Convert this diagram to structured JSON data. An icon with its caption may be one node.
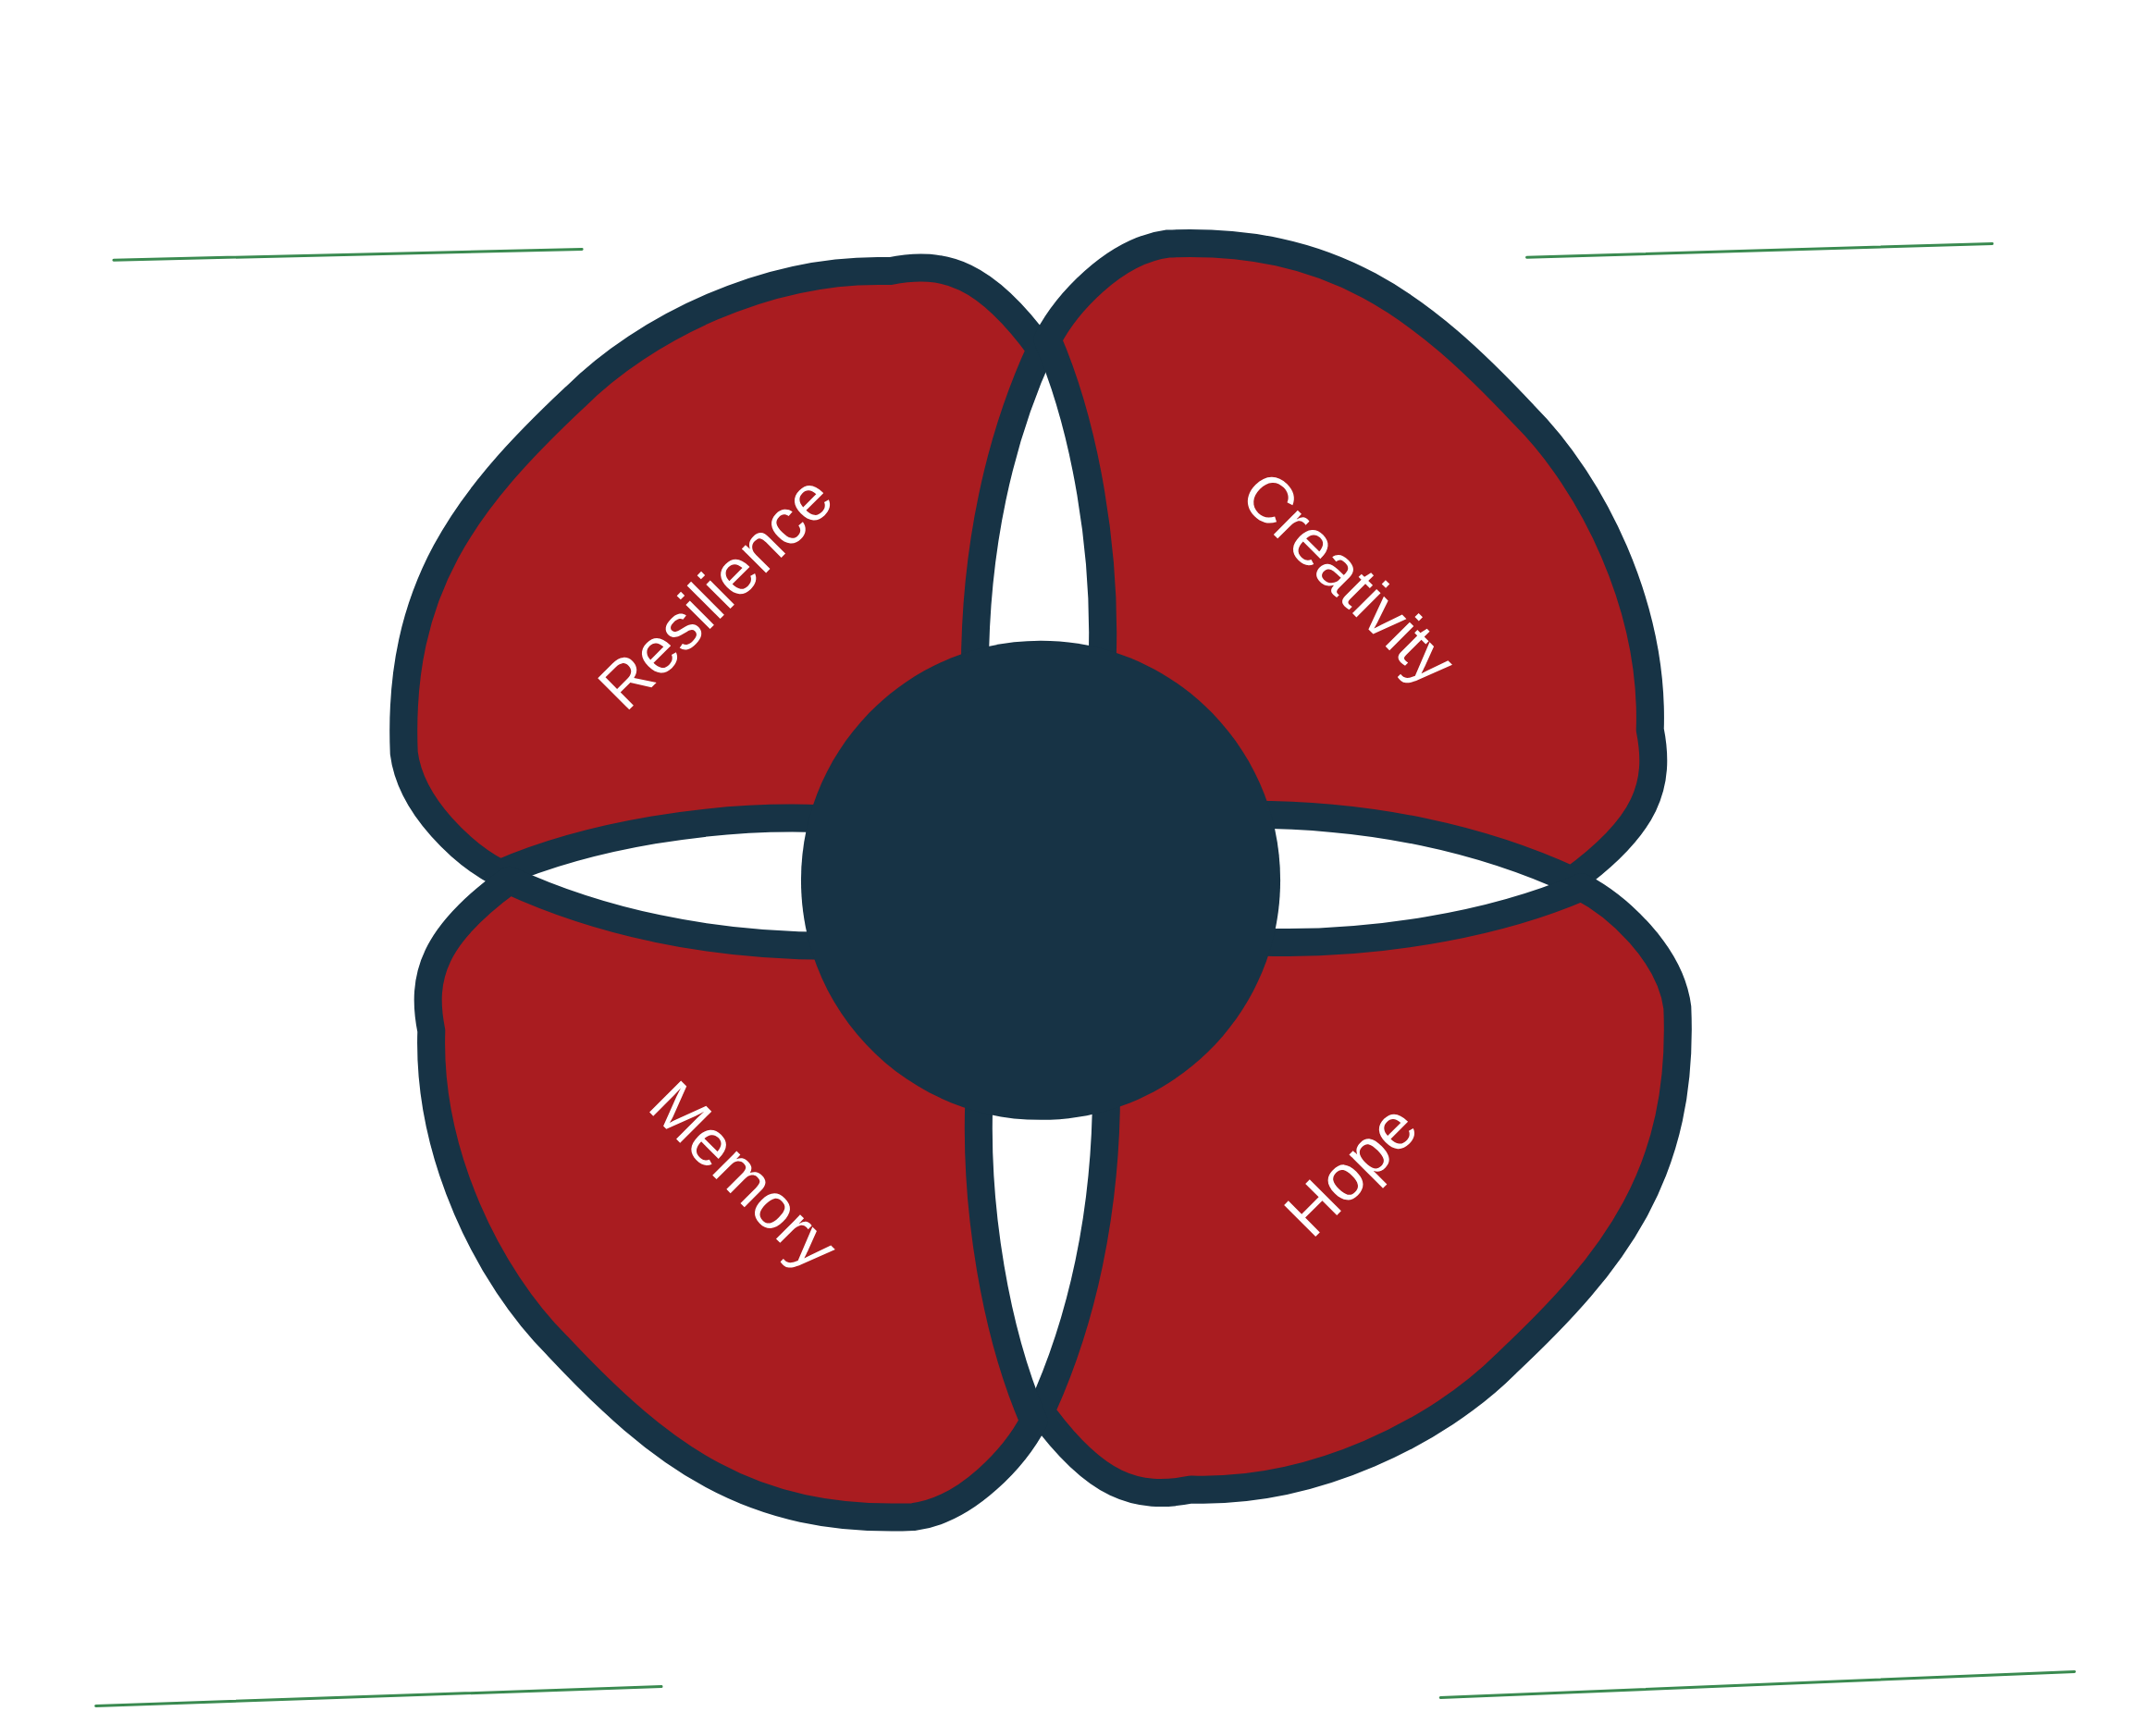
{
  "diagram": {
    "nodes": [
      {
        "text": [
          "Resilience"
        ]
      },
      {
        "text": [
          "Creativity"
        ]
      },
      {
        "text": [
          "Memory"
        ]
      },
      {
        "text": [
          "Hope"
        ]
      },
      {
        "text": [],
        "shape": "circle"
      }
    ]
  }
}
